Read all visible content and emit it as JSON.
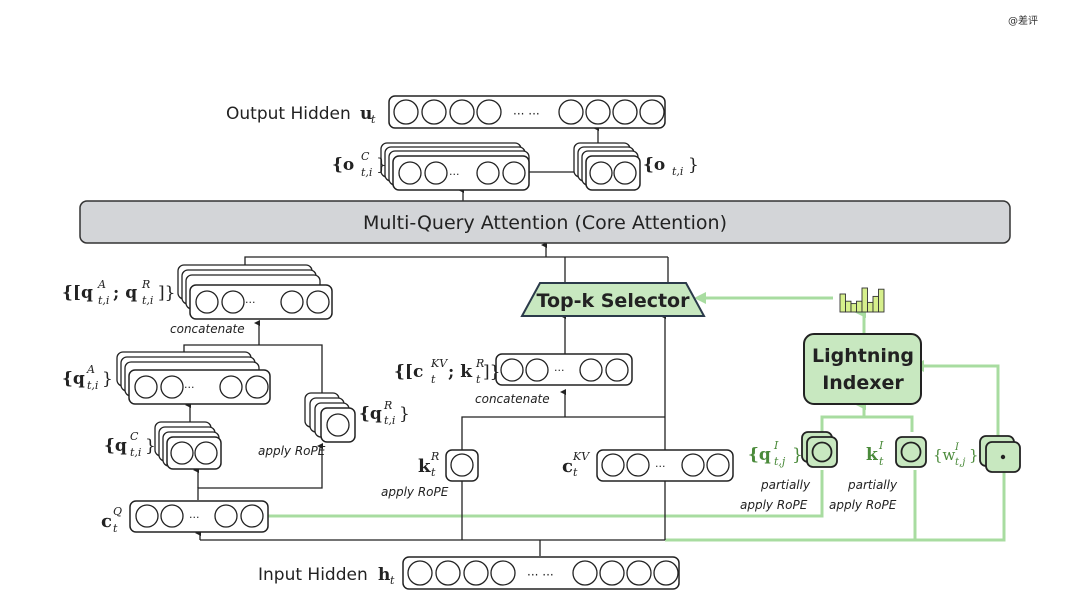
{
  "watermark": "@差评",
  "colors": {
    "stroke": "#222222",
    "core_attention_fill": "#d3d5d8",
    "green_fill": "#c8e8c0",
    "green_line": "#a8dca0",
    "green_text": "#4a8a3a",
    "topk_stroke": "#2b3a4a",
    "histogram_fill": "#d6ef8c"
  },
  "labels": {
    "output_hidden": "Output Hidden",
    "output_hidden_var": "u",
    "output_hidden_sub": "t",
    "o_c": {
      "open": "{o",
      "sup": "C",
      "sub": "t,i",
      "close": "}"
    },
    "o_t": {
      "open": "{o",
      "sub": "t,i",
      "close": "}"
    },
    "core_attention": "Multi-Query Attention (Core Attention)",
    "q_concat": {
      "text": "{[q",
      "sup1": "A",
      "sub1": "t,i",
      "mid": "; q",
      "sup2": "R",
      "sub2": "t,i",
      "close": "]}"
    },
    "concatenate_q": "concatenate",
    "q_a": {
      "open": "{q",
      "sup": "A",
      "sub": "t,i",
      "close": "}"
    },
    "q_r": {
      "open": "{q",
      "sup": "R",
      "sub": "t,i",
      "close": "}"
    },
    "q_c": {
      "open": "{q",
      "sup": "C",
      "sub": "t,i",
      "close": "}"
    },
    "apply_rope_q": "apply RoPE",
    "c_q": {
      "var": "c",
      "sup": "Q",
      "sub": "t"
    },
    "topk": "Top-k Selector",
    "kv_concat": {
      "text": "{[c",
      "sup1": "KV",
      "sub1": "t",
      "mid": "; k",
      "sup2": "R",
      "sub2": "t",
      "close": "]}"
    },
    "concatenate_kv": "concatenate",
    "k_r": {
      "var": "k",
      "sup": "R",
      "sub": "t"
    },
    "apply_rope_k": "apply RoPE",
    "c_kv": {
      "var": "c",
      "sup": "KV",
      "sub": "t"
    },
    "lightning_line1": "Lightning",
    "lightning_line2": "Indexer",
    "q_i": {
      "open": "{q",
      "sup": "I",
      "sub": "t,j",
      "close": "}"
    },
    "k_i": {
      "var": "k",
      "sup": "I",
      "sub": "t"
    },
    "w_i": {
      "open": "{w",
      "sup": "I",
      "sub": "t,j",
      "close": "}"
    },
    "partially_q_1": "partially",
    "partially_q_2": "apply RoPE",
    "partially_k_1": "partially",
    "partially_k_2": "apply RoPE",
    "input_hidden": "Input Hidden",
    "input_hidden_var": "h",
    "input_hidden_sub": "t",
    "ellipsis": "···",
    "ellipsis_double": "··· ···"
  },
  "index_scores_histogram": [
    0.75,
    0.45,
    0.35,
    0.45,
    1.0,
    0.4,
    0.65,
    0.95
  ]
}
